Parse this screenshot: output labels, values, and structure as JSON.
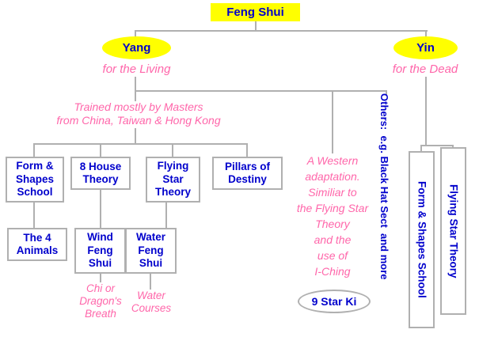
{
  "colors": {
    "node_fill_yellow": "#ffff00",
    "text_blue": "#0000cc",
    "annotation_pink": "#ff66aa",
    "connector_gray": "#b0b0b0"
  },
  "root": {
    "label": "Feng Shui"
  },
  "yang": {
    "label": "Yang",
    "subtitle": "for the Living",
    "note": "Trained mostly by Masters\nfrom China, Taiwan & Hong Kong",
    "schools": {
      "form_shapes": "Form &\nShapes\nSchool",
      "eight_house": "8 House\nTheory",
      "flying_star": "Flying\nStar\nTheory",
      "pillars": "Pillars of\nDestiny",
      "four_animals": "The 4\nAnimals",
      "wind": "Wind\nFeng\nShui",
      "water": "Water\nFeng\nShui"
    },
    "annotations": {
      "chi": "Chi or\nDragon's\nBreath",
      "water_courses": "Water\nCourses"
    }
  },
  "western": {
    "note": "A Western\nadaptation.\nSimiliar to\nthe Flying Star\nTheory\nand the\nuse of\nI-Ching",
    "result": "9 Star Ki"
  },
  "others": {
    "label": "Others:  e.g. Black Hat Sect  and more"
  },
  "yin": {
    "label": "Yin",
    "subtitle": "for the Dead",
    "schools": {
      "form_shapes": "Form & Shapes School",
      "flying_star": "Flying Star Theory"
    }
  }
}
